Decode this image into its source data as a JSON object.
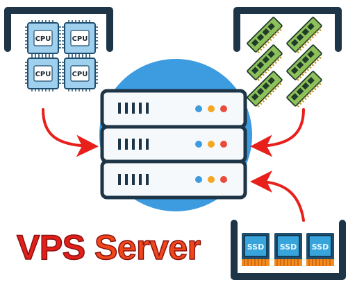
{
  "title": {
    "word1": "VPS",
    "word2": "Server"
  },
  "cpu_labels": [
    "CPU",
    "CPU",
    "CPU",
    "CPU"
  ],
  "ssd_labels": [
    "SSD",
    "SSD",
    "SSD"
  ],
  "colors": {
    "bracket": "#1e3547",
    "arrow": "#e8201c",
    "circle": "#3d9be0",
    "server_body": "#f6f9fb",
    "server_outline": "#1e3547",
    "led_blue": "#3d9be0",
    "led_orange": "#f5a623",
    "led_red": "#e84c3d",
    "ram_board": "#8fc15a",
    "cpu_chip": "#9fd0ee",
    "ssd_body": "#1f4d6e",
    "ssd_face": "#37a5dc",
    "ssd_base": "#f58a1f"
  },
  "icons": {
    "cpu_group": "cpu-chip-icon",
    "ram_group": "ram-module-icon",
    "ssd_group": "ssd-drive-icon",
    "server": "server-rack-icon"
  }
}
